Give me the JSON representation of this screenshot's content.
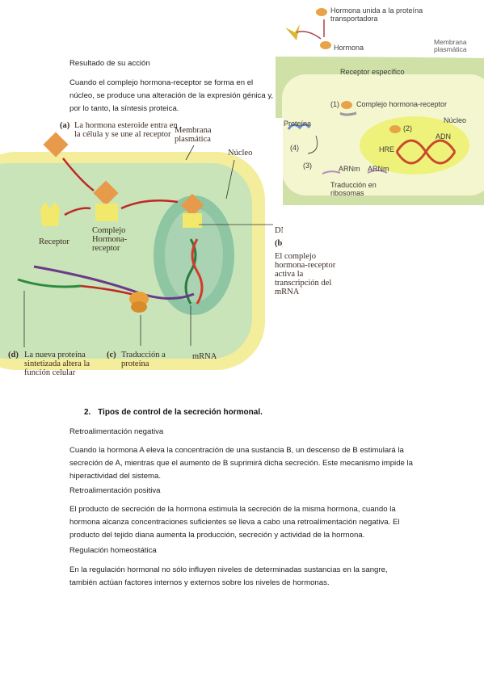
{
  "section1": {
    "title": "Resultado de su acción",
    "paragraph": "Cuando el complejo hormona-receptor se forma en el núcleo, se produce una alteración de la expresión génica y, por lo tanto, la síntesis proteica."
  },
  "figure_top": {
    "labels": {
      "bound": "Hormona unida a la proteína transportadora",
      "hormone": "Hormona",
      "membrane": "Membrana plasmática",
      "receptor": "Receptor específico",
      "step1": "(1)",
      "complex": "Complejo hormona-receptor",
      "step2": "(2)",
      "nucleus": "Núcleo",
      "protein": "Proteína",
      "step4": "(4)",
      "hre": "HRE",
      "adn": "ADN",
      "step3": "(3)",
      "arnm1": "ARNm",
      "arnm2": "ARNm",
      "translation": "Traducción en ribosomas"
    }
  },
  "figure_main": {
    "labels": {
      "a_letter": "(a)",
      "a_text": "La hormona esteroide entra en la célula y se une al receptor",
      "membrane": "Membrana plasmática",
      "nucleus": "Núcleo",
      "receptor": "Receptor",
      "complex": "Complejo Hormona-receptor",
      "dna": "DNA",
      "b_letter": "(b)",
      "b_text": "El complejo hormona-receptor activa la transcripción del mRNA",
      "d_letter": "(d)",
      "d_text": "La nueva proteína sintetizada altera la función celular",
      "c_letter": "(c)",
      "c_text": "Traducción a proteína",
      "mrna": "mRNA"
    }
  },
  "section2": {
    "number": "2.",
    "title": "Tipos de control de la secreción hormonal.",
    "neg_title": "Retroalimentación negativa",
    "neg_text": "Cuando la hormona A eleva la concentración de una sustancia B, un descenso de B estimulará la secreción de A, mientras que el aumento de B suprimirá dicha secreción. Este mecanismo impide la hiperactividad del sistema.",
    "pos_title": "Retroalimentación positiva",
    "pos_text": "El producto de secreción de la hormona estimula la secreción de la misma hormona, cuando la hormona alcanza concentraciones suficientes se lleva a cabo una retroalimentación negativa. El producto del tejido diana aumenta la producción, secreción y actividad de la hormona.",
    "homeo_title": "Regulación homeostática",
    "homeo_text": "En la regulación hormonal no sólo influyen niveles de determinadas sustancias en la sangre, también actúan factores internos y externos sobre los niveles de hormonas."
  }
}
